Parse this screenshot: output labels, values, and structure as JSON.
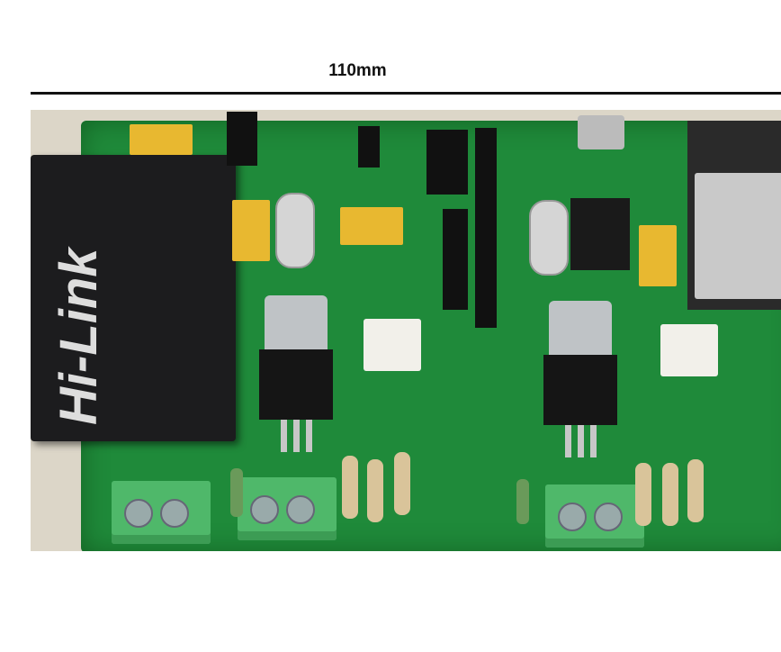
{
  "header": {
    "dimension_label": "110mm"
  },
  "photo": {
    "subject": "pcb-board",
    "module_logo": "Hi-Link",
    "colors": {
      "pcb": "#1f8a3a",
      "module": "#1c1c1e",
      "terminal": "#4fb86a"
    }
  }
}
